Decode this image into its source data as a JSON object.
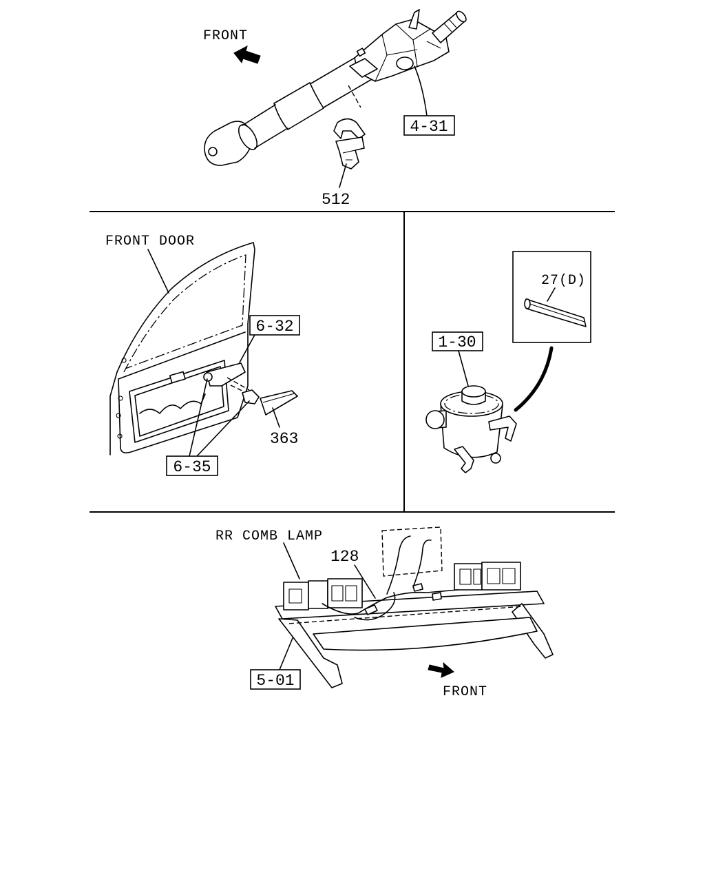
{
  "steering_column": {
    "front_label": "FRONT",
    "column_ref": "4-31",
    "bracket_ref": "512"
  },
  "front_door": {
    "title": "FRONT DOOR",
    "trim_panel_ref": "6-32",
    "clip_ref": "363",
    "fastener_ref": "6-35"
  },
  "reservoir": {
    "strip_ref": "27(D)",
    "tank_ref": "1-30"
  },
  "rear_lamp": {
    "title": "RR COMB LAMP",
    "harness_ref": "128",
    "frame_ref": "5-01",
    "front_label": "FRONT"
  }
}
